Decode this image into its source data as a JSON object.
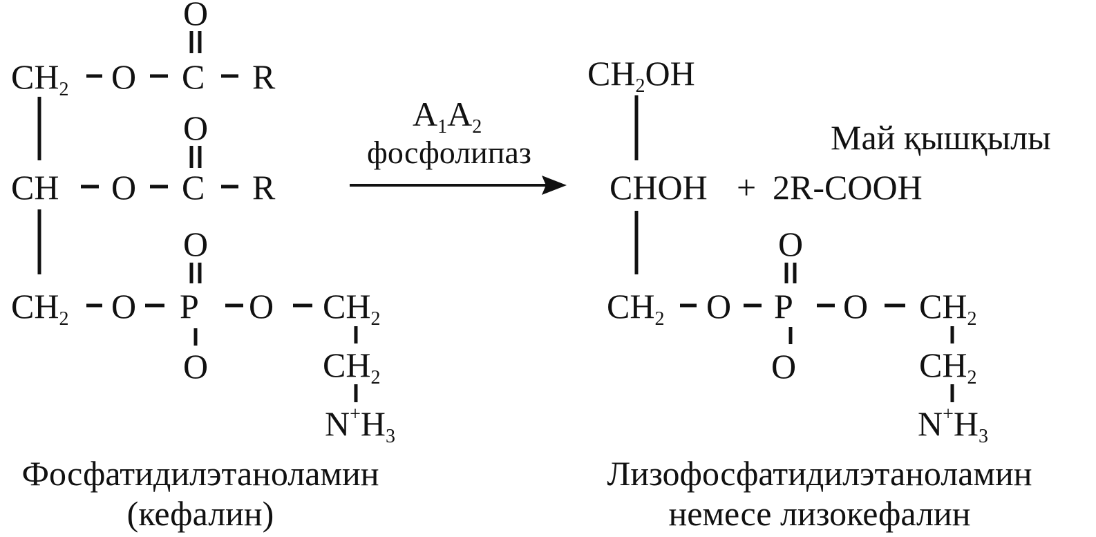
{
  "reactant": {
    "row1": {
      "ch": "CH",
      "ch_sub": "2",
      "o": "O",
      "c": "C",
      "r": "R",
      "o_top": "O"
    },
    "row2": {
      "ch": "CH",
      "o": "O",
      "c": "C",
      "r": "R",
      "o_top": "O"
    },
    "row3": {
      "ch": "CH",
      "ch_sub": "2",
      "o1": "O",
      "p": "P",
      "o2": "O",
      "ch2": "CH",
      "ch2_sub": "2",
      "o_top": "O",
      "o_bottom": "O"
    },
    "chain": {
      "ch": "CH",
      "ch_sub": "2",
      "n": "N",
      "n_sup": "+",
      "h": "H",
      "h_sub": "3"
    },
    "name_line1": "Фосфатидилэтаноламин",
    "name_line2": "(кефалин)"
  },
  "enzyme": {
    "a1": "A",
    "a1_sub": "1",
    "a2": "A",
    "a2_sub": "2",
    "label": "фосфолипаз"
  },
  "product": {
    "row1": {
      "ch": "CH",
      "ch_sub": "2",
      "oh": "OH"
    },
    "row2": {
      "chohs": "CHOH",
      "plus": "+",
      "acid": "2R-COOH"
    },
    "fatty_acid_label": "Май қышқылы",
    "row3": {
      "ch": "CH",
      "ch_sub": "2",
      "o1": "O",
      "p": "P",
      "o2": "O",
      "ch2": "CH",
      "ch2_sub": "2",
      "o_top": "O",
      "o_bottom": "O"
    },
    "chain": {
      "ch": "CH",
      "ch_sub": "2",
      "n": "N",
      "n_sup": "+",
      "h": "H",
      "h_sub": "3"
    },
    "name_line1": "Лизофосфатидилэтаноламин",
    "name_line2": "немесе лизокефалин"
  }
}
